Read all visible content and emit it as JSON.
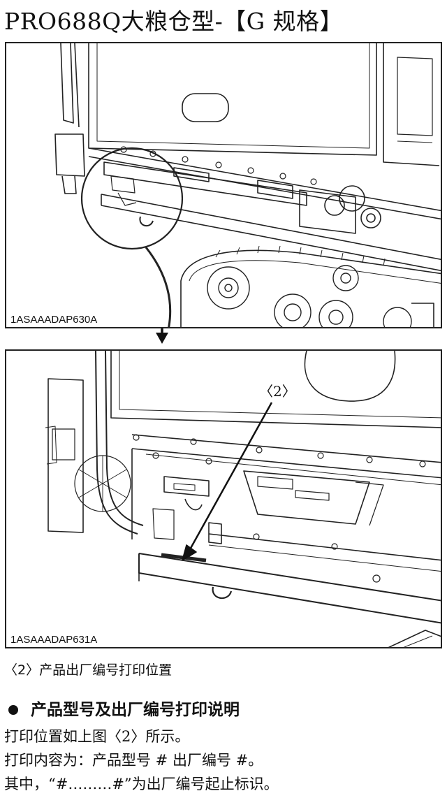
{
  "page": {
    "title": "PRO688Q大粮仓型-【G 规格】"
  },
  "figures": [
    {
      "code": "1ASAAADAP630A"
    },
    {
      "code": "1ASAAADAP631A",
      "callout": "〈2〉"
    }
  ],
  "caption": "〈2〉产品出厂编号打印位置",
  "section": {
    "title": "产品型号及出厂编号打印说明",
    "paragraphs": [
      "打印位置如上图〈2〉所示。",
      "打印内容为：产品型号 # 出厂编号 #。",
      "其中，“#………#”为出厂编号起止标识。"
    ]
  }
}
